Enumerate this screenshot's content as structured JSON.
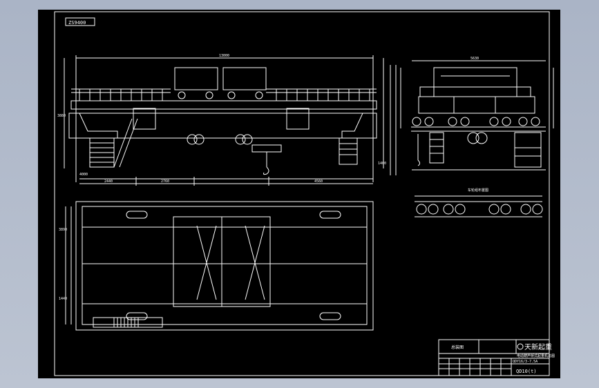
{
  "drawing": {
    "code_box": "ZS9400",
    "title_block": {
      "company": "天新起重",
      "title": "电动葫芦桥式起重机总图",
      "drawing_no": "QDY16/3-7.5A",
      "part_no": "QD10(t)",
      "sheet_label": "总装图"
    },
    "wheel_group_title": "车轮组布置图",
    "dimensions": {
      "span_total": "13000",
      "span_parts": [
        "2440",
        "2760",
        "4560"
      ],
      "height_left": "3880",
      "height_right": "1400",
      "bottom_left": "4000",
      "end_width": "5630",
      "plan_left_top": "3890",
      "plan_left_bottom": "1440"
    },
    "colors": {
      "background": "#000000",
      "linework": "#ffffff",
      "frame": "#ffffff",
      "viewport": "#b3bccc"
    }
  }
}
